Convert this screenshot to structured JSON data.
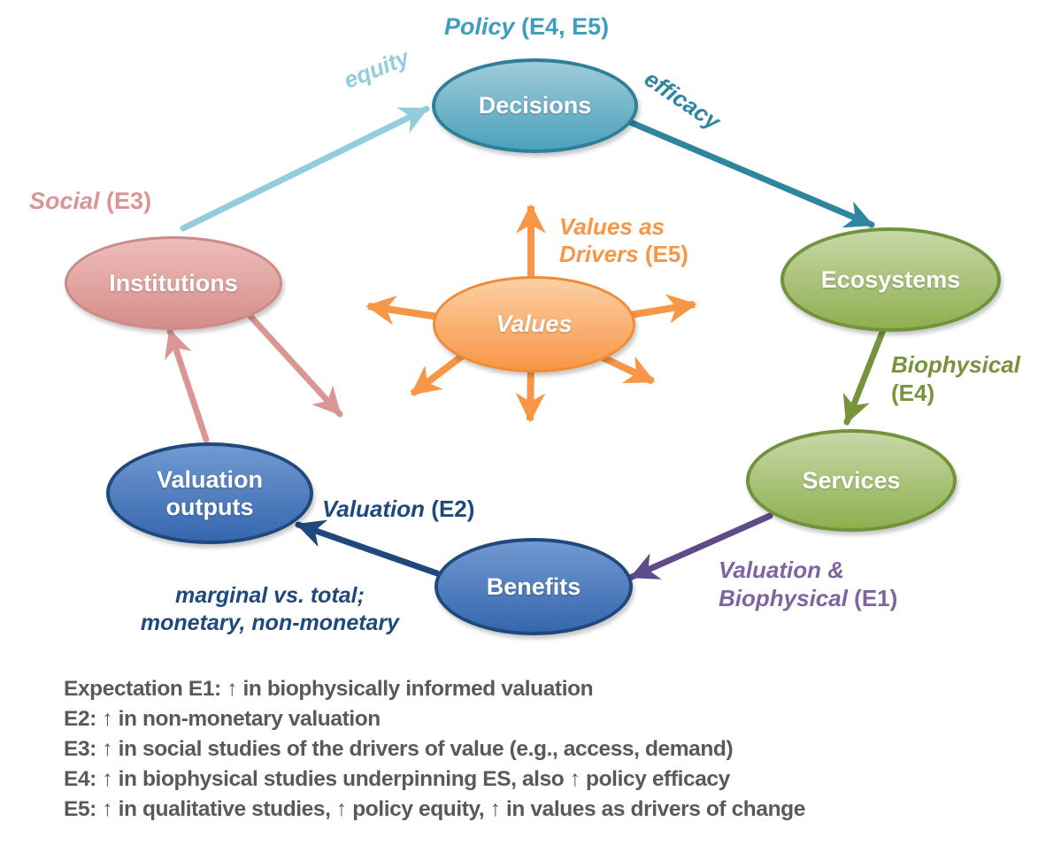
{
  "nodes": {
    "decisions": {
      "label": "Decisions"
    },
    "institutions": {
      "label": "Institutions"
    },
    "values": {
      "label": "Values"
    },
    "ecosystems": {
      "label": "Ecosystems"
    },
    "services": {
      "label": "Services"
    },
    "benefits": {
      "label": "Benefits"
    },
    "valuation_outputs": {
      "label": "Valuation outputs"
    }
  },
  "labels": {
    "policy": {
      "italic": "Policy",
      "rest": " (E4, E5)"
    },
    "equity": {
      "italic": "equity"
    },
    "efficacy": {
      "italic": "efficacy"
    },
    "social": {
      "italic": "Social",
      "rest": " (E3)"
    },
    "values_as_drivers": {
      "line1_italic": "Values as",
      "line2_italic": "Drivers",
      "line2_rest": " (E5)"
    },
    "biophysical": {
      "line1_italic": "Biophysical",
      "line2_rest": "(E4)"
    },
    "valuation_biophysical": {
      "line1_italic": "Valuation &",
      "line2_italic": "Biophysical",
      "line2_rest": " (E1)"
    },
    "valuation": {
      "italic": "Valuation",
      "rest": " (E2)"
    },
    "valuation_note": {
      "line1": "marginal vs. total;",
      "line2": "monetary, non-monetary"
    }
  },
  "legend": {
    "lines": [
      "Expectation E1: ↑ in biophysically informed valuation",
      "E2: ↑ in non-monetary valuation",
      "E3: ↑ in social studies of the drivers of value (e.g., access, demand)",
      "E4: ↑ in biophysical studies underpinning ES, also ↑ policy efficacy",
      "E5: ↑ in qualitative studies, ↑ policy equity, ↑ in values as drivers of change"
    ]
  },
  "colors": {
    "teal_fill_light": "#9FCBD9",
    "teal_fill_dark": "#4BA2BC",
    "teal_border": "#2E7F99",
    "teal_text": "#3D9EBE",
    "light_blue": "#92CDDC",
    "teal_dark": "#2E859E",
    "pink_fill_light": "#EEBDBA",
    "pink_fill_dark": "#D68D8A",
    "pink_border": "#CC8A88",
    "pink": "#D99694",
    "orange_fill_light": "#FBD0A4",
    "orange_fill_dark": "#F79646",
    "orange_border": "#F08C38",
    "orange": "#F79646",
    "green_fill_light": "#C7D8A8",
    "green_fill_dark": "#8FAF4F",
    "green_border": "#71933B",
    "green": "#77933C",
    "blue_fill_light": "#7199D1",
    "blue_fill_dark": "#3667AE",
    "blue_border": "#1F497D",
    "navy": "#1F497D",
    "purple_arrow": "#5E4B8B",
    "purple": "#8064A2",
    "legend_gray": "#595959"
  }
}
